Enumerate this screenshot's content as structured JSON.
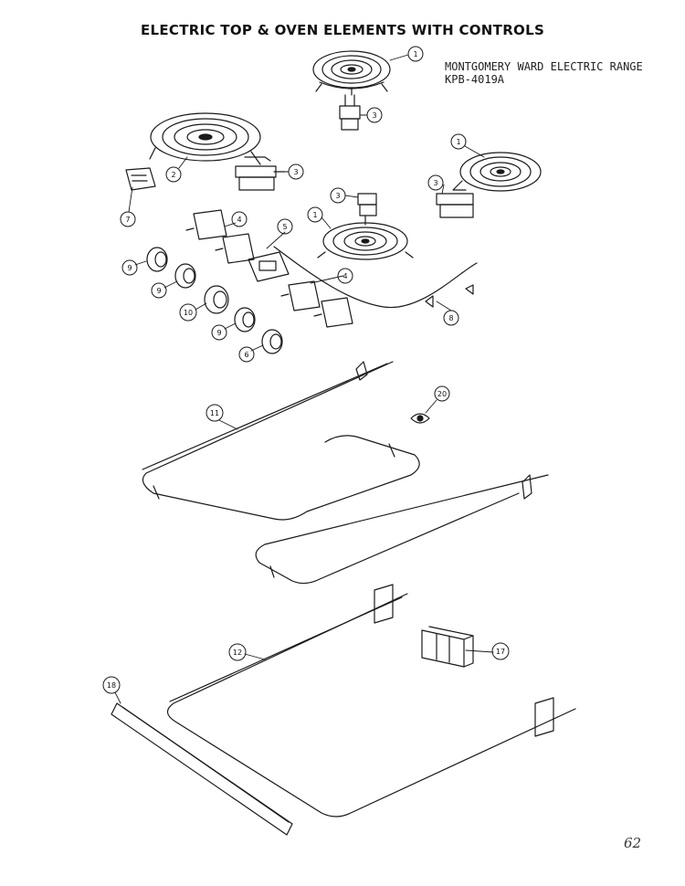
{
  "title": "ELECTRIC TOP & OVEN ELEMENTS WITH CONTROLS",
  "model_line1": "MONTGOMERY WARD ELECTRIC RANGE",
  "model_line2": "KPB-4019A",
  "page_number": "62",
  "callouts": [
    {
      "id": "c1a",
      "label": "1"
    },
    {
      "id": "c3a",
      "label": "3"
    },
    {
      "id": "c2",
      "label": "2"
    },
    {
      "id": "c3b",
      "label": "3"
    },
    {
      "id": "c1b",
      "label": "1"
    },
    {
      "id": "c3c",
      "label": "3"
    },
    {
      "id": "c7",
      "label": "7"
    },
    {
      "id": "c3d",
      "label": "3"
    },
    {
      "id": "c1c",
      "label": "1"
    },
    {
      "id": "c4a",
      "label": "4"
    },
    {
      "id": "c5",
      "label": "5"
    },
    {
      "id": "c9a",
      "label": "9"
    },
    {
      "id": "c9b",
      "label": "9"
    },
    {
      "id": "c4b",
      "label": "4"
    },
    {
      "id": "c10",
      "label": "10"
    },
    {
      "id": "c9c",
      "label": "9"
    },
    {
      "id": "c6",
      "label": "6"
    },
    {
      "id": "c8",
      "label": "8"
    },
    {
      "id": "c20",
      "label": "20"
    },
    {
      "id": "c11",
      "label": "11"
    },
    {
      "id": "c12",
      "label": "12"
    },
    {
      "id": "c17",
      "label": "17"
    },
    {
      "id": "c18",
      "label": "18"
    }
  ]
}
